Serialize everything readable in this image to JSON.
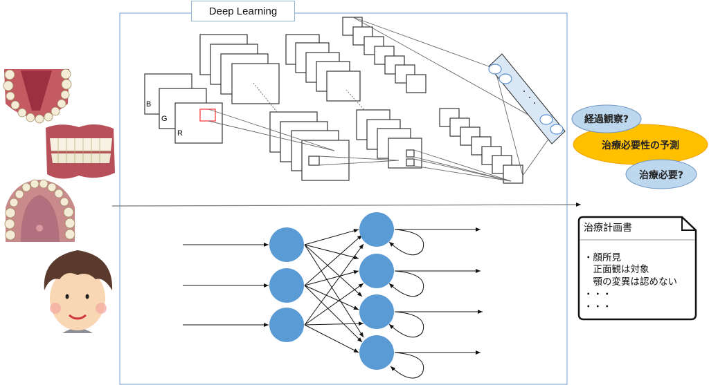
{
  "diagram": {
    "title": "Deep Learning",
    "channels": [
      "B",
      "G",
      "R"
    ],
    "inputs": {
      "images": [
        "upper-dental-arch-image",
        "frontal-teeth-occlusion-image",
        "palate-dental-arch-image",
        "patient-face-illustration"
      ]
    },
    "cnn": {
      "fully_connected_ellipsis": "・・・"
    },
    "rnn": {
      "input_nodes": 3,
      "recurrent_nodes": 4
    },
    "prediction": {
      "main": "治療必要性の予測",
      "option_observe": "経過観察?",
      "option_treat": "治療必要?"
    },
    "document": {
      "title": "治療計画書",
      "lines": [
        "・顔所見",
        "　正面観は対象",
        "　顎の変異は認めない",
        "・・・",
        "・・・"
      ]
    },
    "colors": {
      "frame_border": "#8eb4de",
      "node_fill": "#5b9bd5",
      "fc_fill": "#dae8f6",
      "fc_ellipse": "#5b8fcf",
      "orange": "#ffc000",
      "light_blue_oval": "#bdd7ee",
      "red_kernel": "#ff3b3b"
    }
  }
}
